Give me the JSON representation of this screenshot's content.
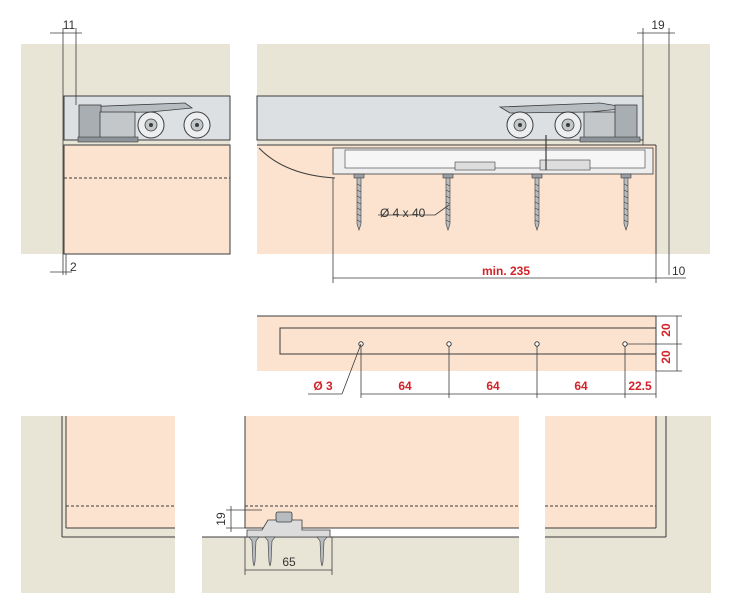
{
  "colors": {
    "wall": "#e8e5d6",
    "door": "#fbe3cf",
    "rail": "#dce0e2",
    "hardware": "#9aa0a6",
    "line": "#3c3c3c",
    "dimension_dark": "#333333",
    "dimension_red": "#d2232a"
  },
  "top_view": {
    "left_gap": "11",
    "right_gap": "19",
    "bottom_gap": "2",
    "screw_spec": "Ø 4 x 40",
    "min_length": "min. 235",
    "end_clearance": "10"
  },
  "drill_pattern": {
    "hole_diameter": "Ø 3",
    "spacing_1": "64",
    "spacing_2": "64",
    "spacing_3": "64",
    "edge_distance": "22.5",
    "vertical_offset_1": "20",
    "vertical_offset_2": "20"
  },
  "bottom_view": {
    "guide_height": "19",
    "guide_width": "65"
  }
}
